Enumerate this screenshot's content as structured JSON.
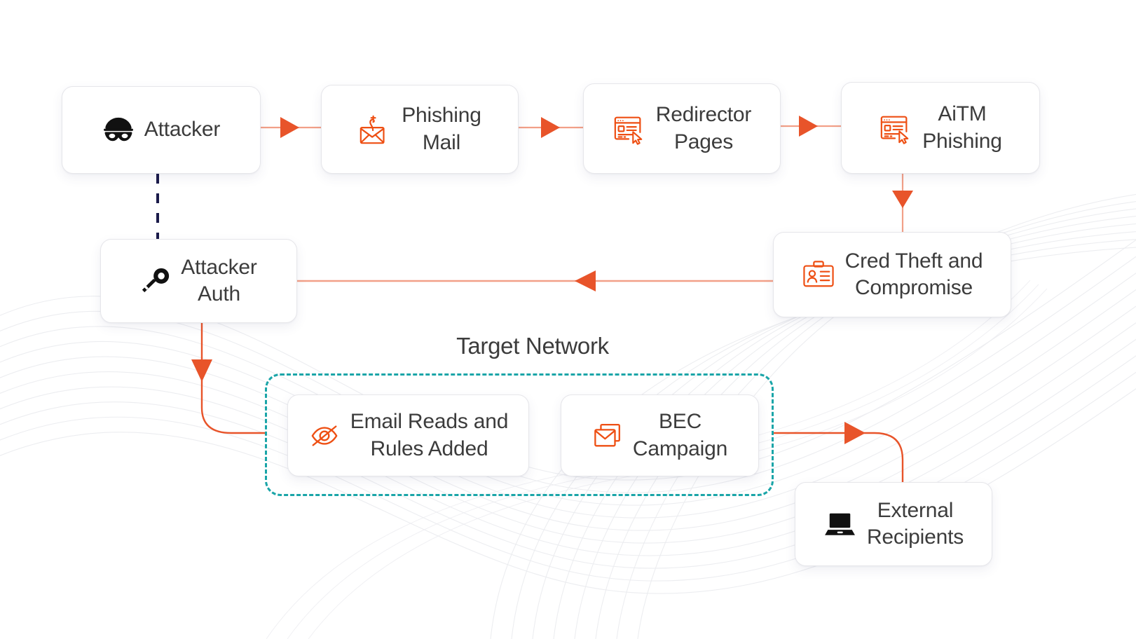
{
  "diagram": {
    "title_label": "Target Network",
    "colors": {
      "arrow_fill": "#e8542a",
      "arrow_line": "#f2a088",
      "zone_border": "#1aa5a8",
      "dashed_link": "#1b1b4a",
      "node_text": "#3c3c3c",
      "icon_orange": "#ee4f13",
      "icon_black": "#111111",
      "background": "#ffffff"
    },
    "nodes": [
      {
        "id": "attacker",
        "label": "Attacker",
        "icon": "bandit-mask-icon",
        "icon_color": "black"
      },
      {
        "id": "phishing-mail",
        "label": "Phishing\nMail",
        "icon": "phishing-envelope-hook-icon",
        "icon_color": "orange"
      },
      {
        "id": "redirector",
        "label": "Redirector\nPages",
        "icon": "browser-window-cursor-icon",
        "icon_color": "orange"
      },
      {
        "id": "aitm",
        "label": "AiTM\nPhishing",
        "icon": "browser-window-cursor-icon",
        "icon_color": "orange"
      },
      {
        "id": "cred-theft",
        "label": "Cred Theft and\nCompromise",
        "icon": "id-badge-icon",
        "icon_color": "orange"
      },
      {
        "id": "attacker-auth",
        "label": "Attacker\nAuth",
        "icon": "key-icon",
        "icon_color": "black"
      },
      {
        "id": "email-reads",
        "label": "Email Reads and\nRules Added",
        "icon": "eye-slash-icon",
        "icon_color": "orange"
      },
      {
        "id": "bec",
        "label": "BEC\nCampaign",
        "icon": "stacked-envelopes-icon",
        "icon_color": "orange"
      },
      {
        "id": "external",
        "label": "External\nRecipients",
        "icon": "laptop-icon",
        "icon_color": "black"
      }
    ],
    "edges": [
      {
        "from": "attacker",
        "to": "phishing-mail",
        "style": "solid-arrow"
      },
      {
        "from": "phishing-mail",
        "to": "redirector",
        "style": "solid-arrow"
      },
      {
        "from": "redirector",
        "to": "aitm",
        "style": "solid-arrow"
      },
      {
        "from": "aitm",
        "to": "cred-theft",
        "style": "solid-arrow"
      },
      {
        "from": "cred-theft",
        "to": "attacker-auth",
        "style": "solid-arrow"
      },
      {
        "from": "attacker",
        "to": "attacker-auth",
        "style": "dashed"
      },
      {
        "from": "attacker-auth",
        "to": "target-network-zone",
        "style": "solid-arrow-elbow"
      },
      {
        "from": "bec",
        "to": "external",
        "style": "solid-arrow-elbow"
      }
    ]
  }
}
